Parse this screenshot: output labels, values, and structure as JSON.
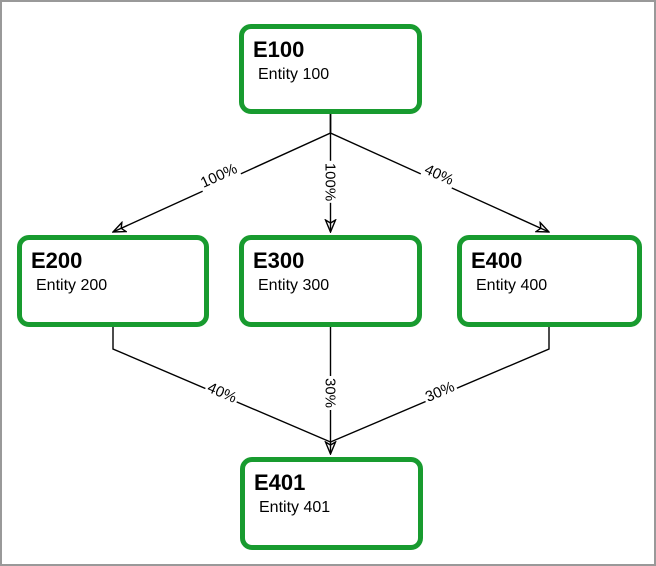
{
  "diagram": {
    "nodes": [
      {
        "id": "E100",
        "title": "E100",
        "subtitle": "Entity 100"
      },
      {
        "id": "E200",
        "title": "E200",
        "subtitle": "Entity 200"
      },
      {
        "id": "E300",
        "title": "E300",
        "subtitle": "Entity 300"
      },
      {
        "id": "E400",
        "title": "E400",
        "subtitle": "Entity 400"
      },
      {
        "id": "E401",
        "title": "E401",
        "subtitle": "Entity 401"
      }
    ],
    "edges": [
      {
        "from": "E100",
        "to": "E200",
        "label": "100%"
      },
      {
        "from": "E100",
        "to": "E300",
        "label": "100%"
      },
      {
        "from": "E100",
        "to": "E400",
        "label": "40%"
      },
      {
        "from": "E200",
        "to": "E401",
        "label": "40%"
      },
      {
        "from": "E300",
        "to": "E401",
        "label": "30%"
      },
      {
        "from": "E400",
        "to": "E401",
        "label": "30%"
      }
    ],
    "colors": {
      "node_border": "#189b2f",
      "node_fill": "#ffffff",
      "edge": "#000000",
      "canvas_border": "#999999",
      "background": "#ffffff"
    }
  }
}
